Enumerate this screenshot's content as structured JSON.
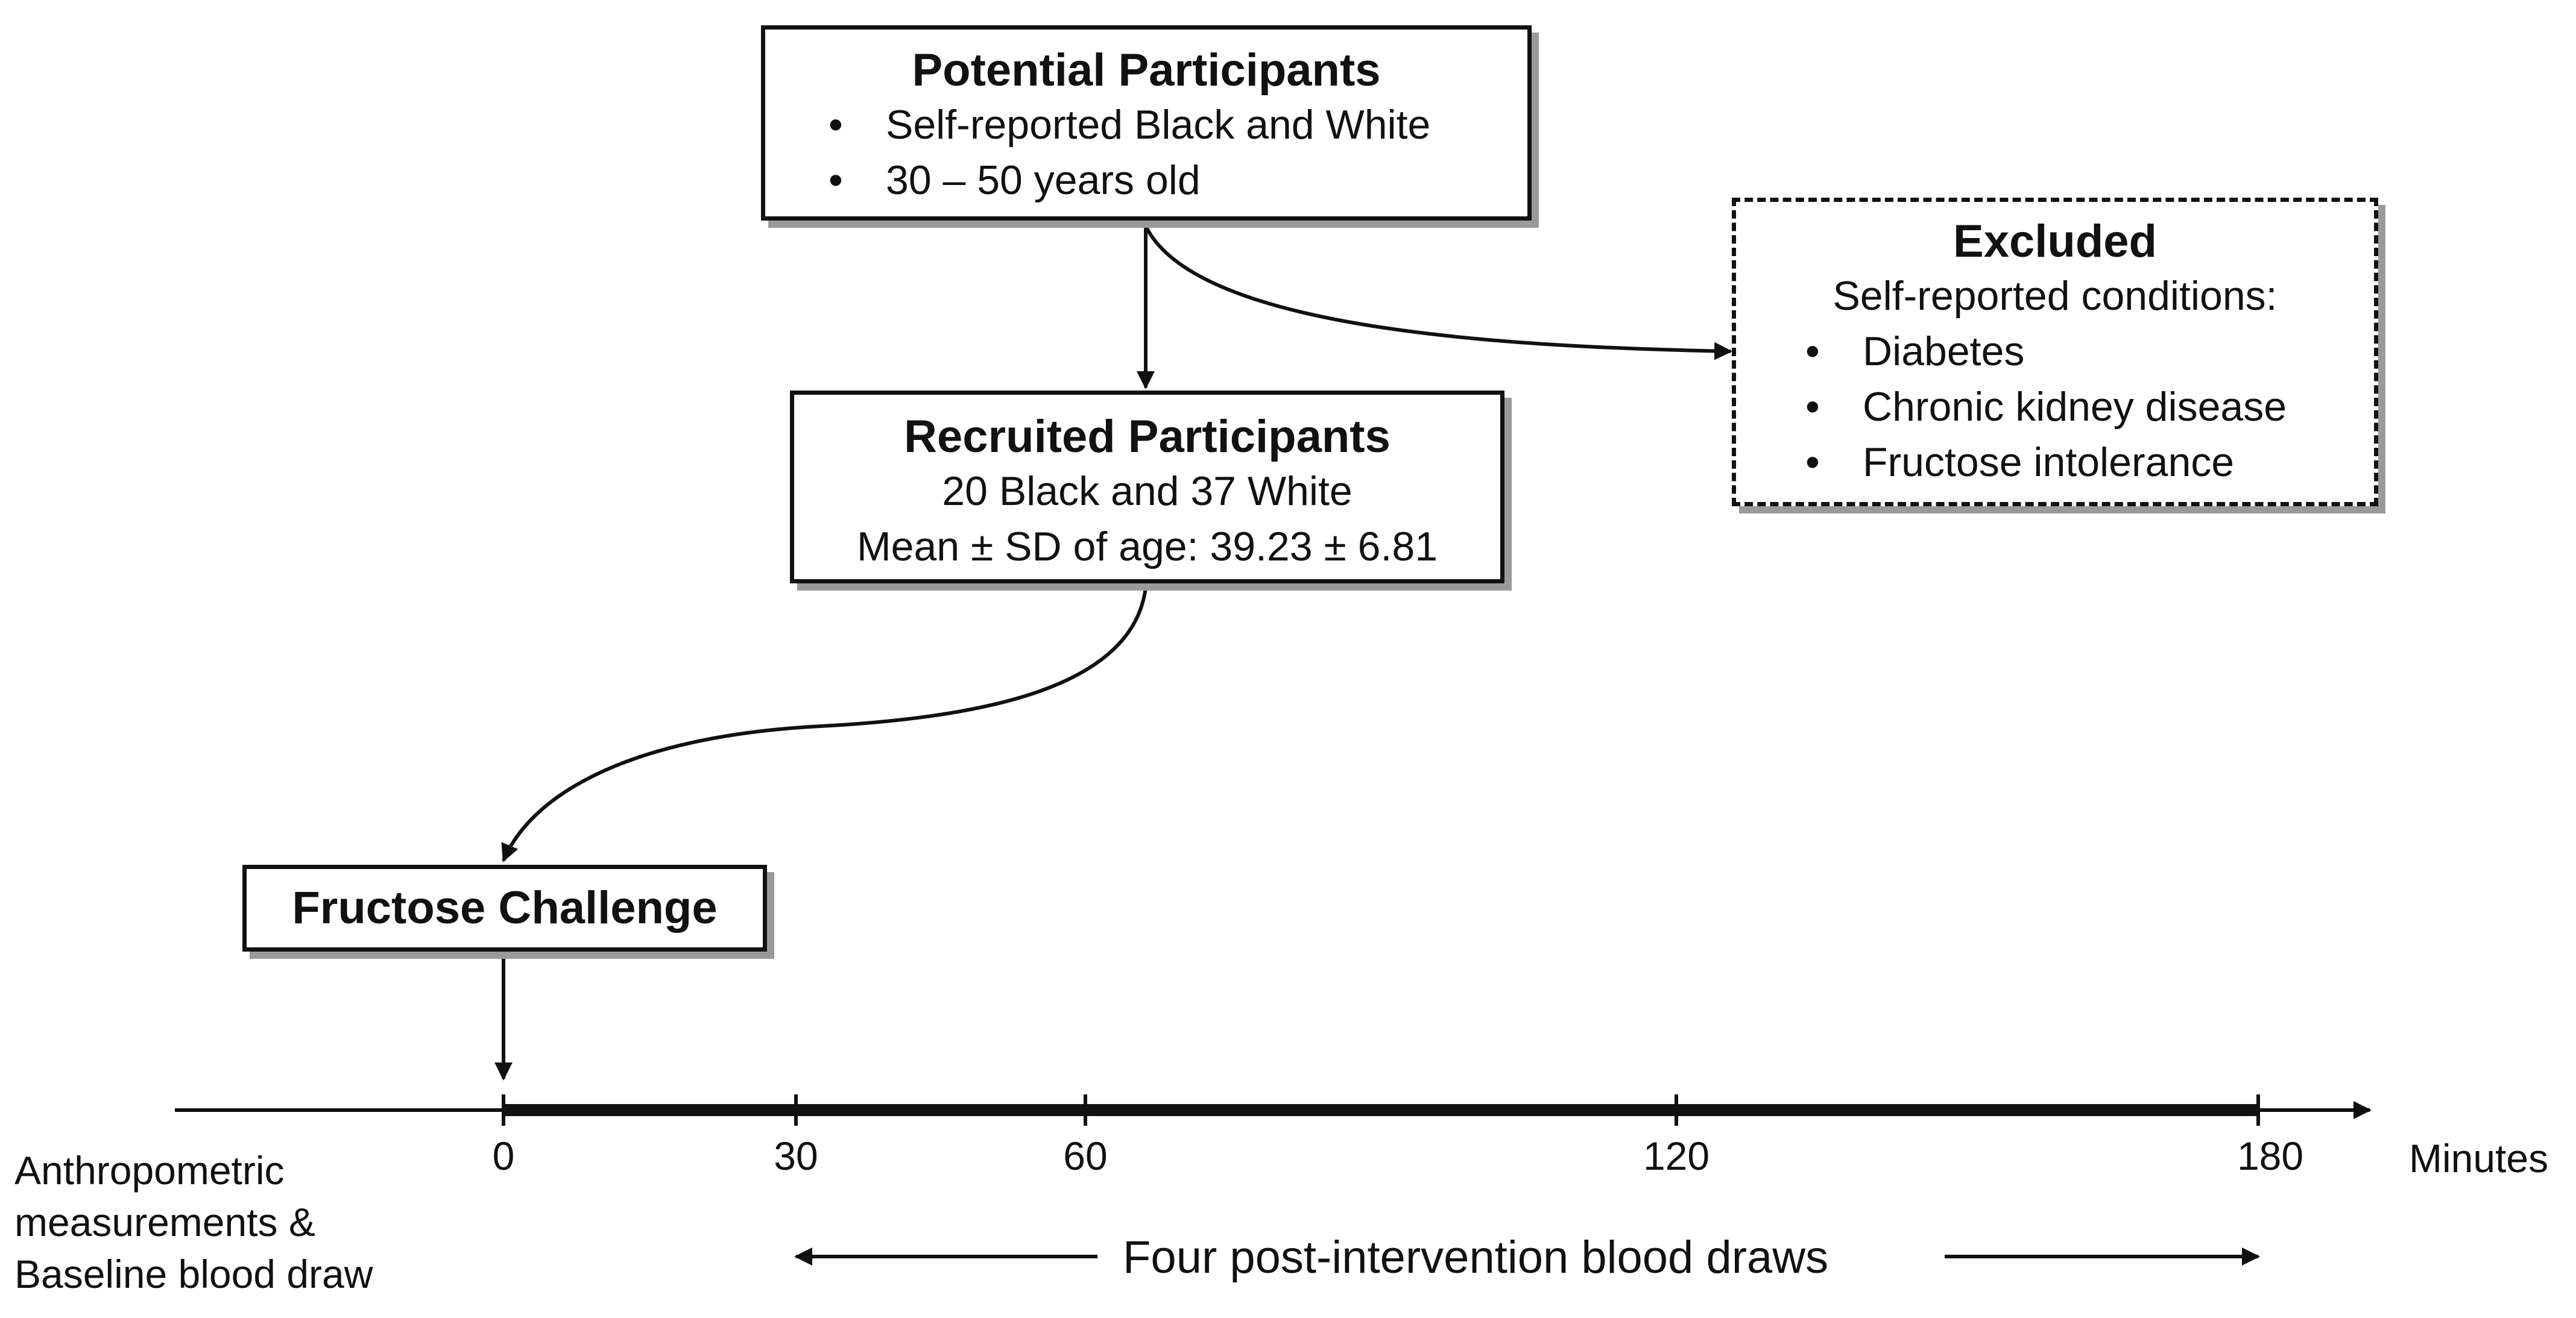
{
  "potential": {
    "title": "Potential Participants",
    "items": [
      "Self-reported Black and White",
      "30 – 50 years old"
    ]
  },
  "excluded": {
    "title": "Excluded",
    "intro": "Self-reported conditions:",
    "items": [
      "Diabetes",
      "Chronic kidney disease",
      "Fructose intolerance"
    ]
  },
  "recruited": {
    "title": "Recruited Participants",
    "line1": "20 Black and 37 White",
    "line2": "Mean ± SD of age: 39.23 ± 6.81"
  },
  "challenge": {
    "title": "Fructose Challenge"
  },
  "timeline": {
    "ticks": [
      "0",
      "30",
      "60",
      "120",
      "180"
    ],
    "unit": "Minutes",
    "baseline": [
      "Anthropometric",
      "measurements &",
      "Baseline blood draw"
    ],
    "draws": "Four post-intervention blood draws"
  }
}
